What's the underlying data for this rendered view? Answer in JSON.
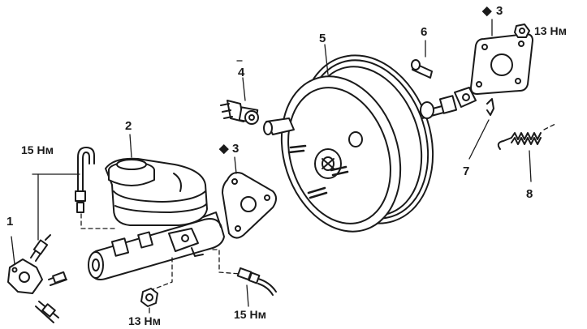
{
  "labels": {
    "p1": "1",
    "p2": "2",
    "p3_left": "3",
    "p3_right": "3",
    "p4": "4",
    "p5": "5",
    "p6": "6",
    "p7": "7",
    "p8": "8"
  },
  "torques": {
    "left_pipe": "15 Нм",
    "bottom_nut": "13 Нм",
    "bottom_pipe": "15 Нм",
    "top_nut": "13 Нм"
  },
  "symbols": {
    "diamond": "◆"
  },
  "colors": {
    "ink": "#1a1a1a",
    "background": "#ffffff"
  }
}
